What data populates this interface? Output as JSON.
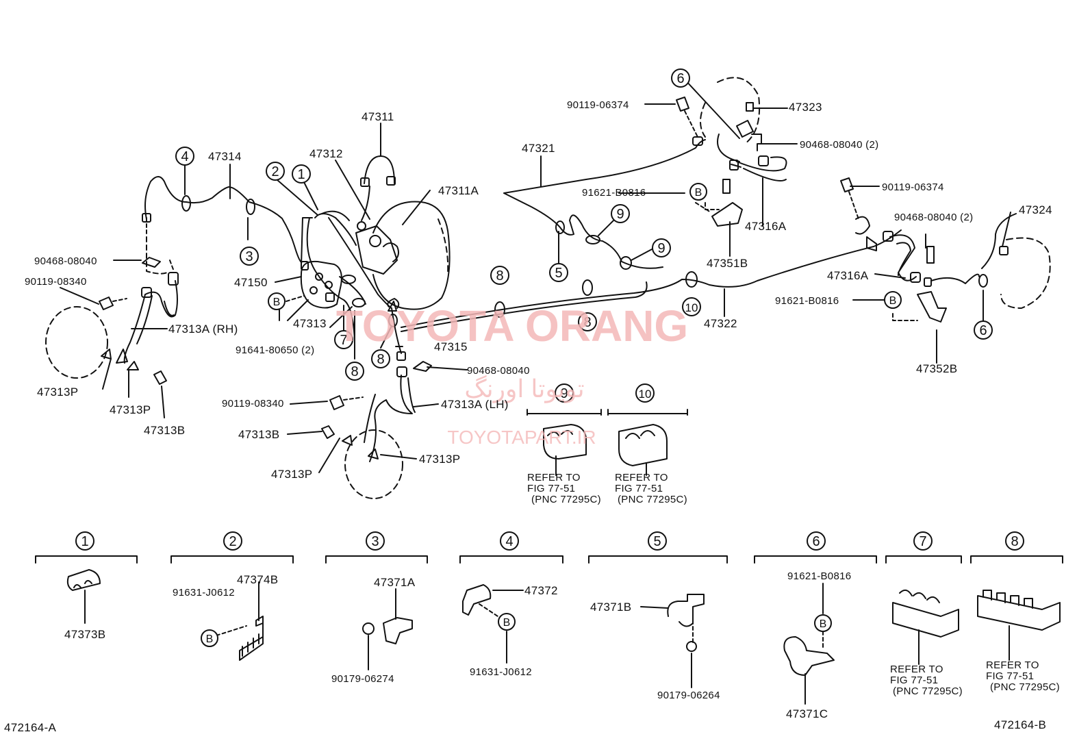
{
  "watermark": {
    "main": "TOYOTA ORANG",
    "persian": "تویوتا اورنگ",
    "site": "TOYOTAPART.IR"
  },
  "labels": {
    "p47311": "47311",
    "p47312": "47312",
    "p47311A": "47311A",
    "p47314": "47314",
    "p90468_a": "90468-08040",
    "p90119_a": "90119-08340",
    "p47150": "47150",
    "p47313": "47313",
    "p91641": "91641-80650 (2)",
    "p47313A_RH": "47313A (RH)",
    "p47313P_1": "47313P",
    "p47313P_2": "47313P",
    "p47313B_1": "47313B",
    "p47315": "47315",
    "p90468_b": "90468-08040",
    "p90119_b": "90119-08340",
    "p47313A_LH": "47313A (LH)",
    "p47313B_2": "47313B",
    "p47313P_3": "47313P",
    "p47313P_4": "47313P",
    "p47321": "47321",
    "p90119_c": "90119-06374",
    "p47323": "47323",
    "p90468_c": "90468-08040 (2)",
    "p91621_a": "91621-B0816",
    "p47316A_1": "47316A",
    "p47351B": "47351B",
    "p47322": "47322",
    "p90119_d": "90119-06374",
    "p90468_d": "90468-08040 (2)",
    "p47324": "47324",
    "p47316A_2": "47316A",
    "p91621_b": "91621-B0816",
    "p47352B": "47352B",
    "refer1": [
      "REFER TO",
      "FIG 77-51",
      "(PNC 77295C)"
    ],
    "refer2": [
      "REFER TO",
      "FIG 77-51",
      "(PNC 77295C)"
    ],
    "refer3": [
      "REFER TO",
      "FIG 77-51",
      "(PNC 77295C)"
    ],
    "refer4": [
      "REFER TO",
      "FIG 77-51",
      "(PNC 77295C)"
    ],
    "d1_47373B": "47373B",
    "d2_47374B": "47374B",
    "d2_91631": "91631-J0612",
    "d3_47371A": "47371A",
    "d3_90179": "90179-06274",
    "d4_47372": "47372",
    "d4_91631": "91631-J0612",
    "d5_47371B": "47371B",
    "d5_90179": "90179-06264",
    "d6_91621": "91621-B0816",
    "d6_47371C": "47371C",
    "fig_a": "472164-A",
    "fig_b": "472164-B"
  },
  "callouts": {
    "c1": "1",
    "c2": "2",
    "c3": "3",
    "c4": "4",
    "c5": "5",
    "c6": "6",
    "c7": "7",
    "c8": "8",
    "c9": "9",
    "c10": "10",
    "b": "B"
  }
}
